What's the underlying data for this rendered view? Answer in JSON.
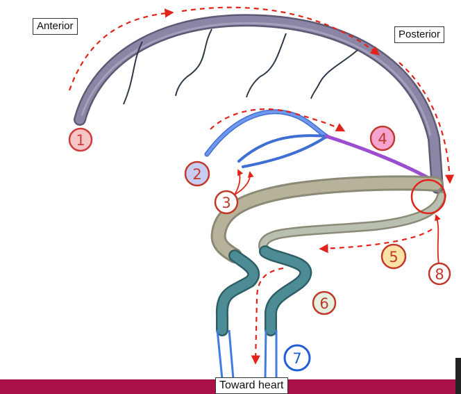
{
  "labels": {
    "anterior": "Anterior",
    "posterior": "Posterior",
    "toward_heart": "Toward heart"
  },
  "markers": [
    {
      "text": "1",
      "color": "#d23b3b",
      "fill": "#f6c6c6"
    },
    {
      "text": "2",
      "color": "#c0392b",
      "fill": "#c8cdf2"
    },
    {
      "text": "3",
      "color": "#c0392b",
      "fill": "#ffffff"
    },
    {
      "text": "4",
      "color": "#c0392b",
      "fill": "#f5a3cf"
    },
    {
      "text": "5",
      "color": "#c0392b",
      "fill": "#fbe3a8"
    },
    {
      "text": "6",
      "color": "#c0392b",
      "fill": "#e6f0df"
    },
    {
      "text": "7",
      "color": "#1e5fd6",
      "fill": "#ffffff"
    },
    {
      "text": "8",
      "color": "#c0392b",
      "fill": "#ffffff"
    }
  ],
  "colors": {
    "superior_sinus": "#8b86a6",
    "inferior_sinus": "#5b86e0",
    "straight_sinus": "#9b4fd0",
    "transverse_sinus": "#b7b39a",
    "sigmoid_sinus": "#4d8c94",
    "jugular_vein": "#3f7ee0",
    "flow_arrow": "#e2231a",
    "bottom_bar": "#a8104a"
  }
}
